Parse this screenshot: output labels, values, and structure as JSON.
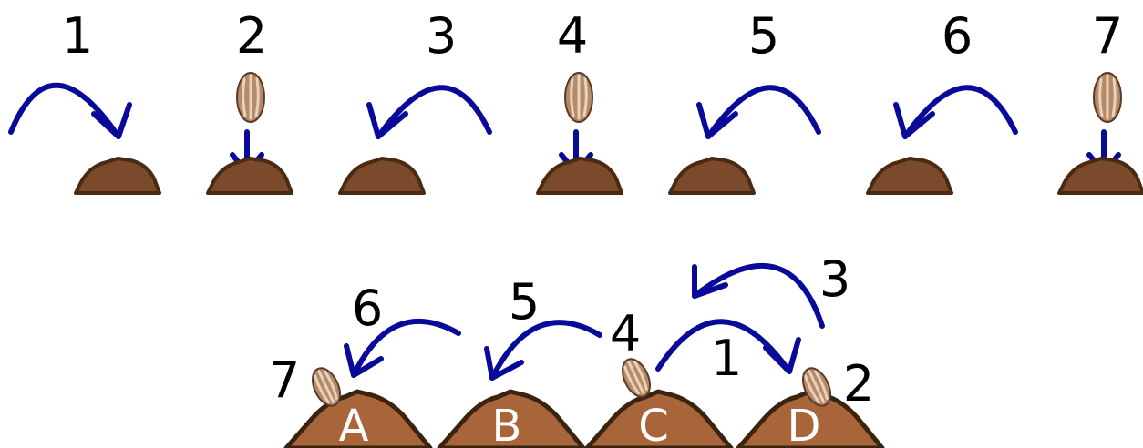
{
  "top_row": {
    "steps": [
      {
        "number": "1",
        "action": "move-right"
      },
      {
        "number": "2",
        "action": "plant-seed"
      },
      {
        "number": "3",
        "action": "move-left"
      },
      {
        "number": "4",
        "action": "plant-seed"
      },
      {
        "number": "5",
        "action": "move-left"
      },
      {
        "number": "6",
        "action": "move-left"
      },
      {
        "number": "7",
        "action": "plant-seed"
      }
    ]
  },
  "bottom_row": {
    "mounds": [
      {
        "label": "A",
        "has_seed": true
      },
      {
        "label": "B",
        "has_seed": false
      },
      {
        "label": "C",
        "has_seed": true
      },
      {
        "label": "D",
        "has_seed": true
      }
    ],
    "step_numbers": [
      "1",
      "2",
      "3",
      "4",
      "5",
      "6",
      "7"
    ]
  },
  "colors": {
    "arrow": "#0a0a9a",
    "soil_small": "#7a4a2a",
    "soil_big": "#a8653a",
    "seed": "#b58a6a"
  }
}
